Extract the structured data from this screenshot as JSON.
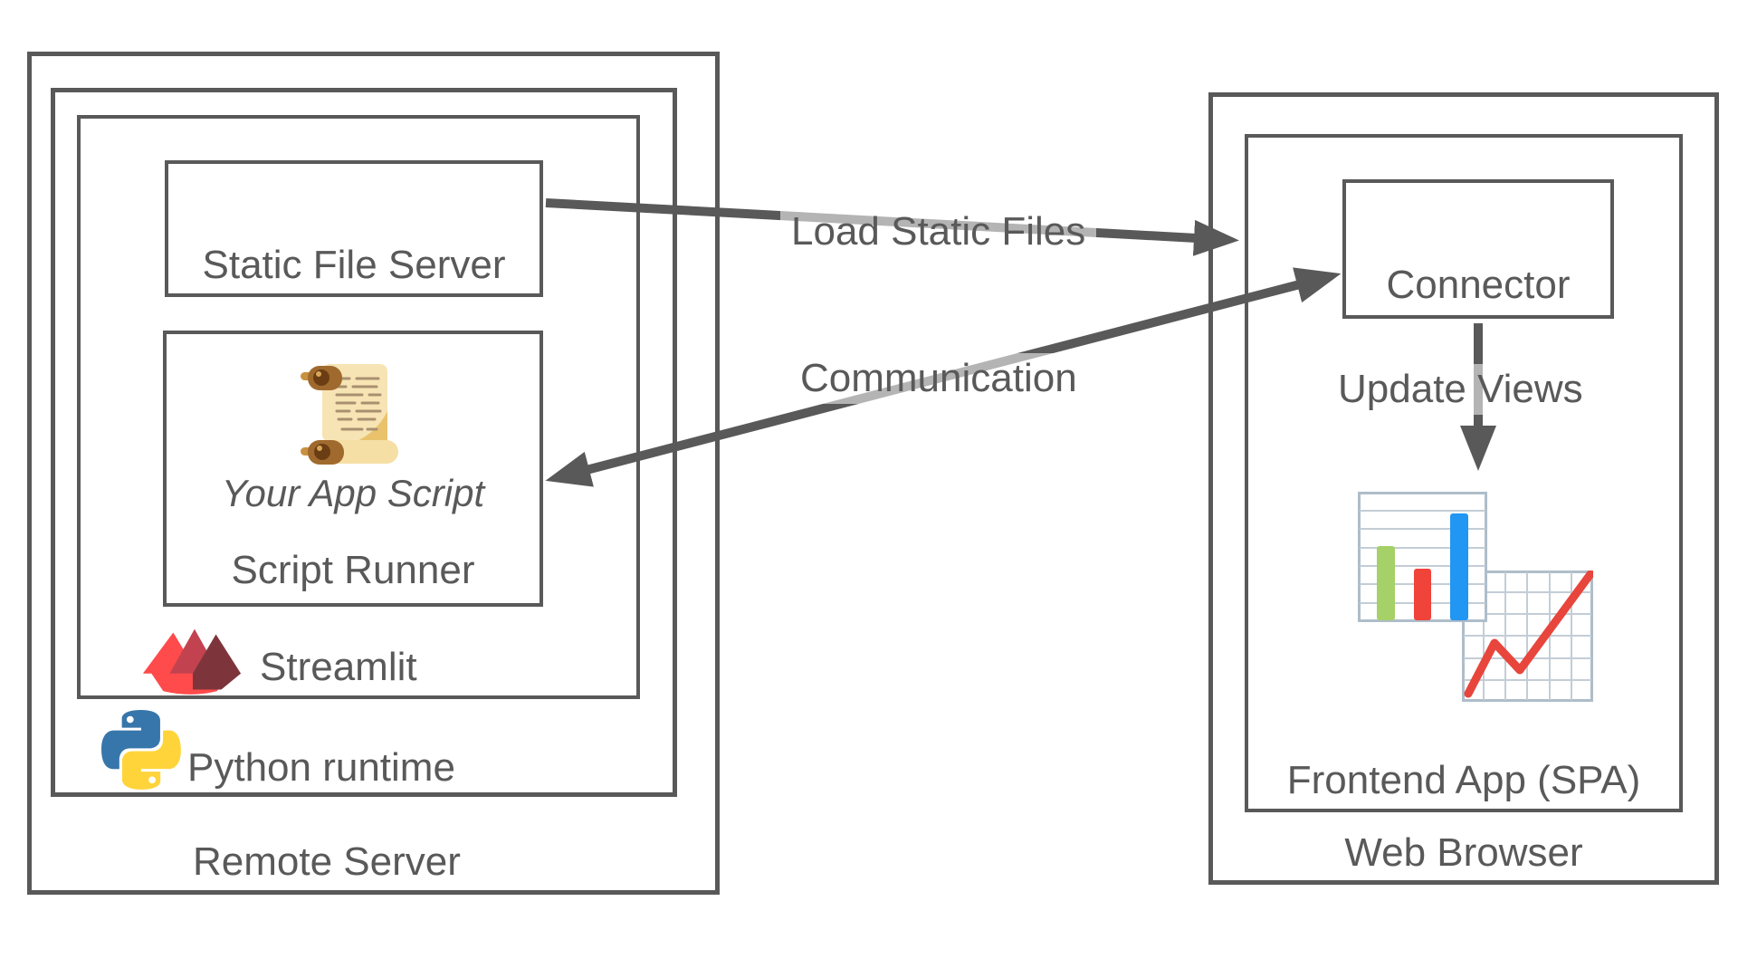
{
  "nodes": {
    "static_file_server": {
      "label": "Static File Server"
    },
    "script_runner": {
      "label": "Script Runner",
      "script_label": "Your App Script"
    },
    "streamlit": {
      "label": "Streamlit"
    },
    "python_runtime": {
      "label": "Python runtime"
    },
    "remote_server": {
      "label": "Remote Server"
    },
    "connector": {
      "label": "Connector"
    },
    "frontend_app": {
      "label": "Frontend App (SPA)"
    },
    "web_browser": {
      "label": "Web Browser"
    }
  },
  "edges": {
    "load_static_files": {
      "label": "Load Static Files"
    },
    "communication": {
      "label": "Communication"
    },
    "update_views": {
      "label": "Update Views"
    }
  },
  "colors": {
    "line": "#595959",
    "text": "#595959",
    "streamlit_red": "#ff4b4b",
    "streamlit_crimson": "#c2434f",
    "streamlit_maroon": "#7d353b",
    "python_blue": "#3776ab",
    "python_yellow": "#ffd43b",
    "chart_green": "#a6d068",
    "chart_red": "#f0433a",
    "chart_blue": "#2196f3",
    "chart_line_red": "#e8453c",
    "chart_frame": "#aebdc9",
    "chart_grid": "#c3cdd6",
    "scroll_parchment": "#f7e4b4",
    "scroll_banner": "#f6dfa5",
    "scroll_fold": "#eac26c",
    "scroll_roller": "#a06a2e",
    "scroll_roller_dark": "#6b3d12",
    "scroll_handle": "#c8913f",
    "scroll_text": "#a89070"
  }
}
